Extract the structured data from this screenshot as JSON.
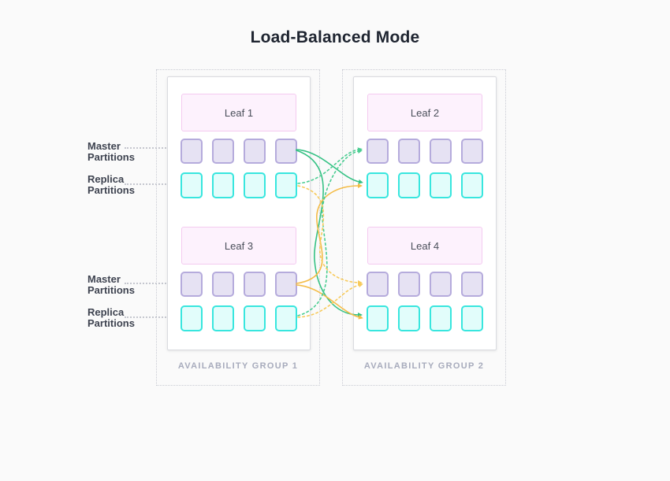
{
  "title": "Load-Balanced Mode",
  "labels": {
    "master_partitions": "Master Partitions",
    "replica_partitions": "Replica Partitions"
  },
  "groups": [
    {
      "label": "AVAILABILITY GROUP 1",
      "leaves": [
        {
          "label": "Leaf 1"
        },
        {
          "label": "Leaf 3"
        }
      ]
    },
    {
      "label": "AVAILABILITY GROUP 2",
      "leaves": [
        {
          "label": "Leaf 2"
        },
        {
          "label": "Leaf 4"
        }
      ]
    }
  ],
  "partitions_per_row": 4,
  "connections": [
    {
      "from": "leaf1-master",
      "to": "leaf2-replica",
      "style": "solid",
      "color": "green"
    },
    {
      "from": "leaf1-master",
      "to": "leaf4-replica",
      "style": "solid",
      "color": "green"
    },
    {
      "from": "leaf3-master",
      "to": "leaf2-replica",
      "style": "solid",
      "color": "yellow"
    },
    {
      "from": "leaf3-master",
      "to": "leaf4-replica",
      "style": "solid",
      "color": "yellow"
    },
    {
      "from": "leaf1-replica",
      "to": "leaf2-master",
      "style": "dotted",
      "color": "green"
    },
    {
      "from": "leaf3-replica",
      "to": "leaf2-master",
      "style": "dotted",
      "color": "green"
    },
    {
      "from": "leaf1-replica",
      "to": "leaf4-master",
      "style": "dotted",
      "color": "yellow"
    },
    {
      "from": "leaf3-replica",
      "to": "leaf4-master",
      "style": "dotted",
      "color": "yellow"
    }
  ],
  "colors": {
    "solid_green": "#35c184",
    "dotted_green": "#4bcd92",
    "solid_yellow": "#f4bc47",
    "dotted_yellow": "#f7ca5b",
    "master_fill": "#e6e2f3",
    "master_border": "#b5abdc",
    "replica_fill": "#e2fdfb",
    "replica_border": "#38e6de",
    "leaf_fill": "#fdf2fd",
    "leaf_border": "#f4caf0"
  }
}
